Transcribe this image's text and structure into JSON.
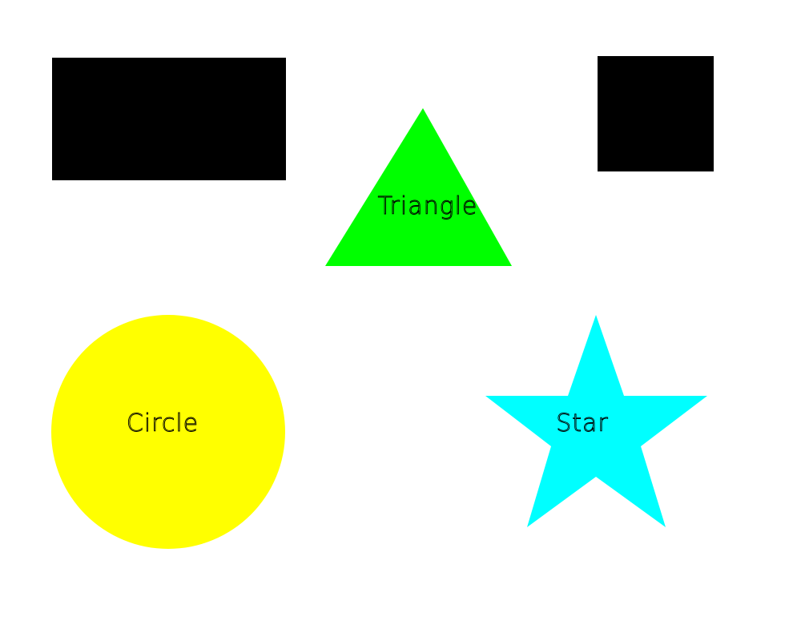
{
  "shapes": {
    "rectangle": {
      "color": "#000000"
    },
    "square": {
      "color": "#000000"
    },
    "triangle": {
      "label": "Triangle",
      "color": "#00ff00"
    },
    "circle": {
      "label": "Circle",
      "color": "#ffff00"
    },
    "star": {
      "label": "Star",
      "color": "#00ffff"
    }
  }
}
